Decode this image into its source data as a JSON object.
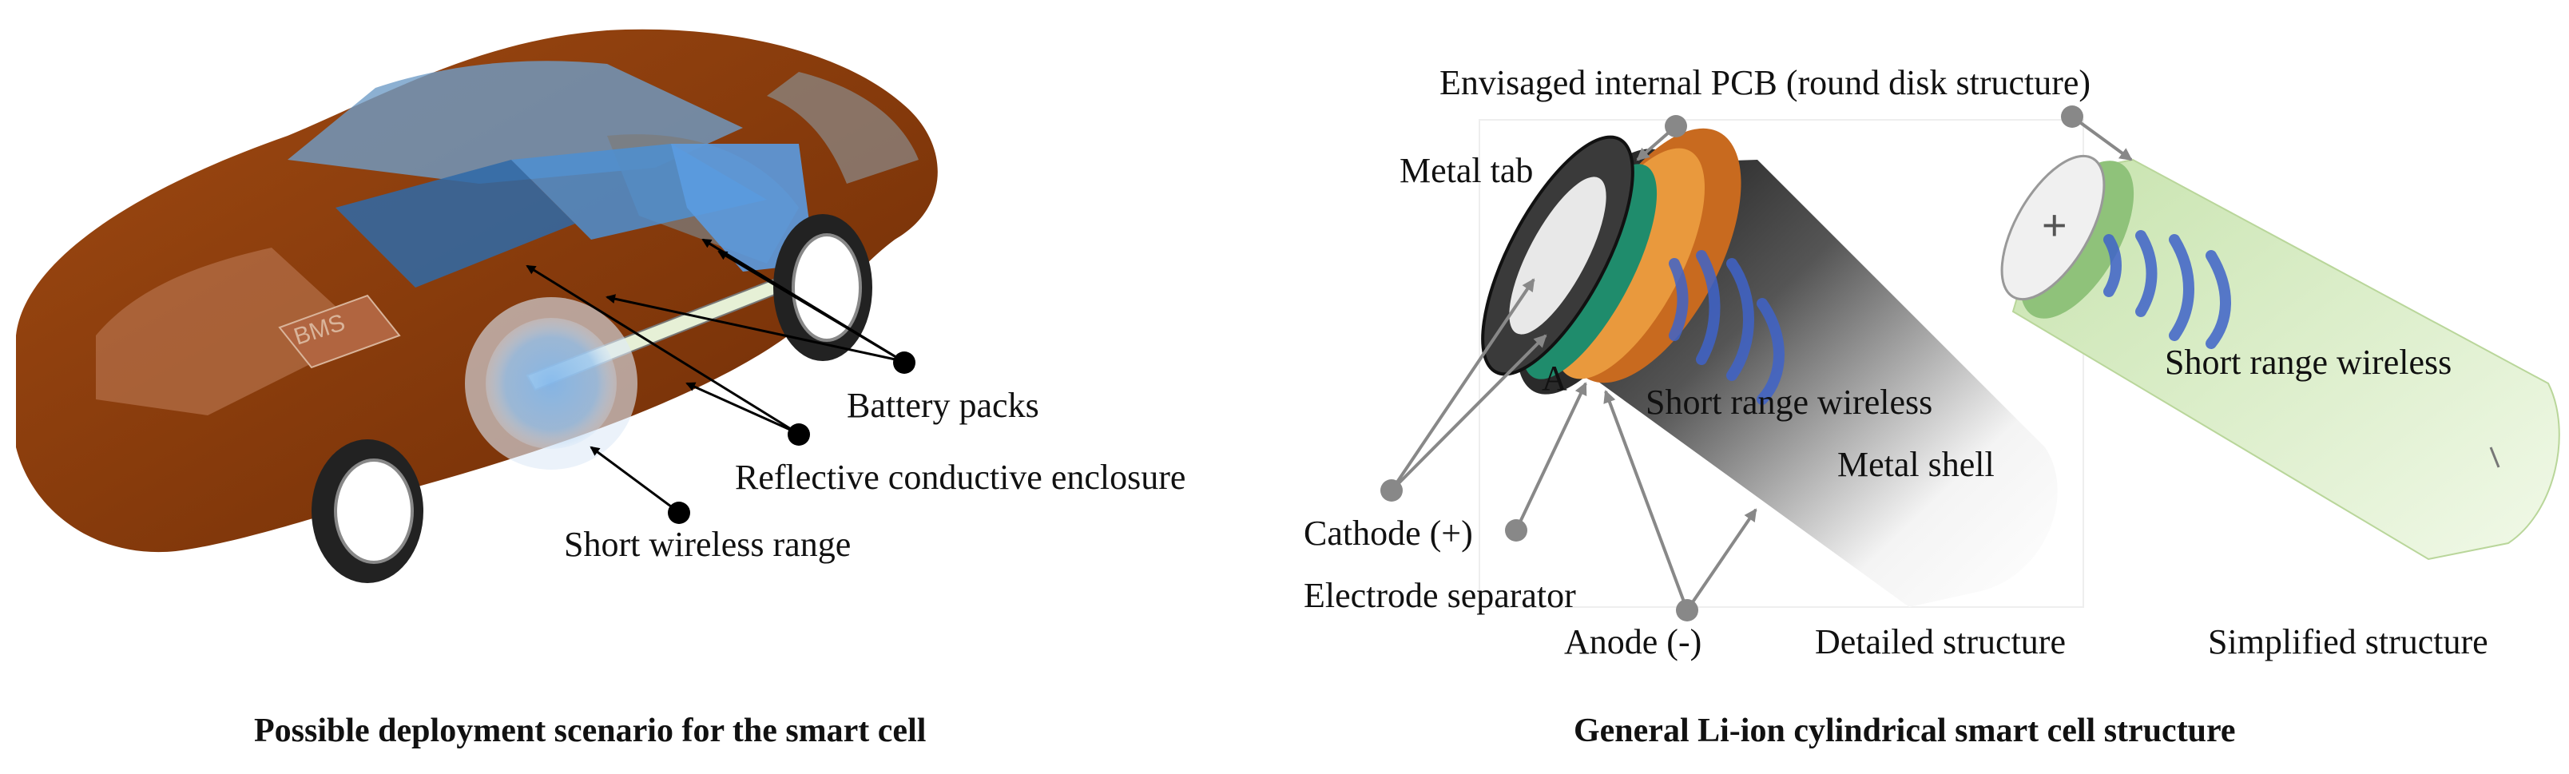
{
  "left_panel": {
    "caption": "Possible deployment scenario for the smart  cell",
    "bms_label": "BMS",
    "labels": {
      "battery_packs": "Battery packs",
      "enclosure": "Reflective conductive enclosure",
      "wireless_range": "Short wireless range"
    }
  },
  "right_panel": {
    "caption": "General Li-ion cylindrical smart cell structure",
    "labels": {
      "pcb": "Envisaged internal PCB (round disk structure)",
      "metal_tab": "Metal tab",
      "short_range_wireless_detailed": "Short range wireless",
      "metal_shell": "Metal shell",
      "cathode": "Cathode (+)",
      "separator": "Electrode separator",
      "anode": "Anode (-)",
      "detailed_structure": "Detailed structure",
      "simplified_structure": "Simplified structure",
      "short_range_wireless_simplified": "Short range wireless",
      "a_marker": "A",
      "plus_marker": "+"
    }
  },
  "colors": {
    "car_body": "#8a3a0a",
    "car_glass": "#6fa6d8",
    "battery_pack": "#4d8fd1",
    "wave": "#3f63c9",
    "cell_green": "#d9ecc4",
    "copper": "#c86a1f"
  }
}
